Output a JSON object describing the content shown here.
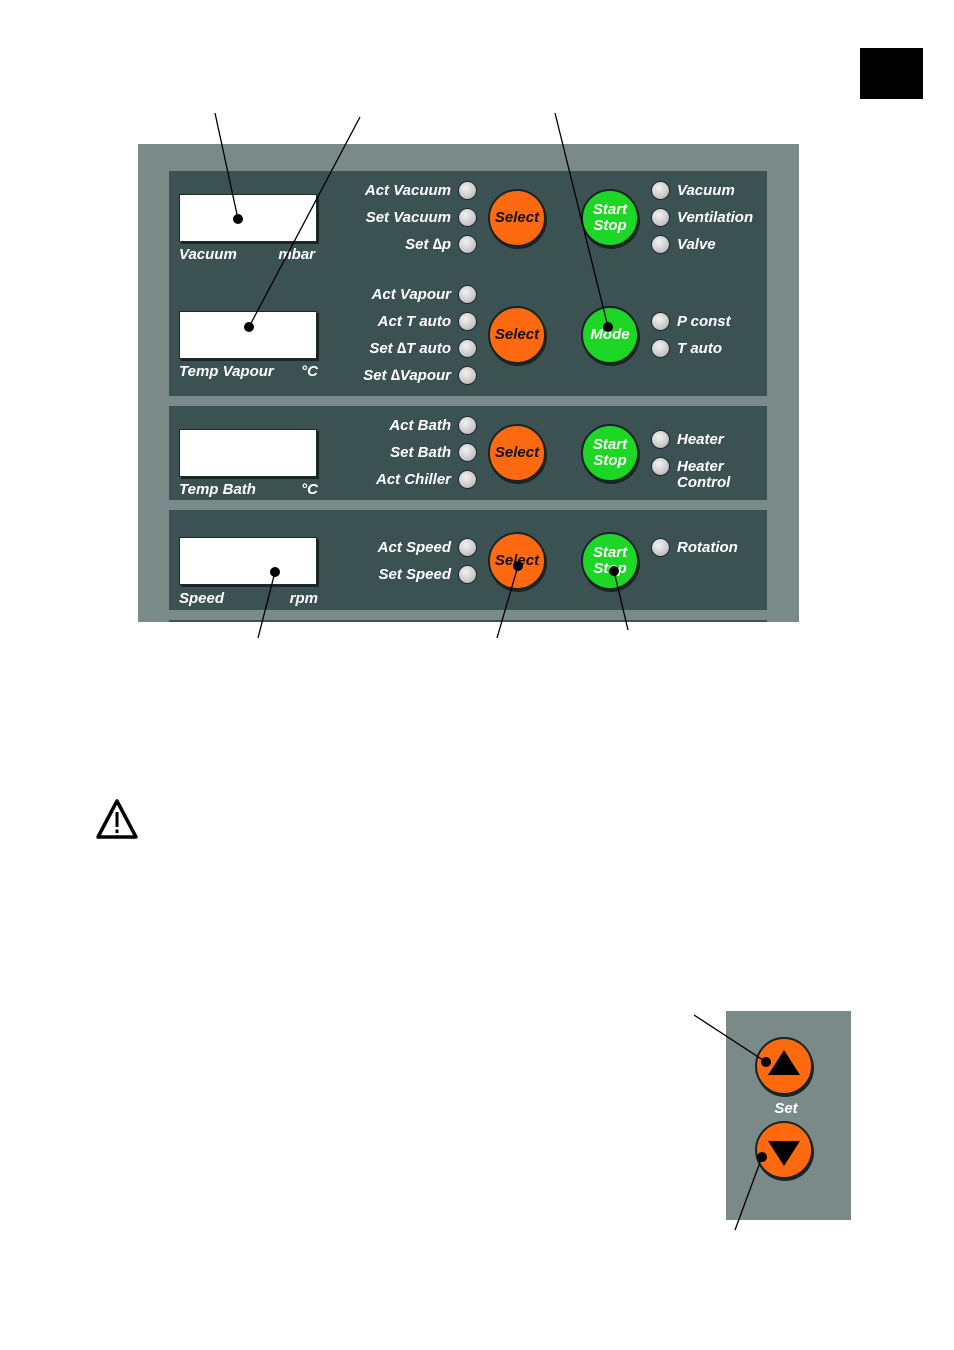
{
  "vacuum_section": {
    "display_label": "Vacuum",
    "display_unit": "mbar",
    "leds_left": [
      "Act Vacuum",
      "Set Vacuum",
      "Set ∆p"
    ],
    "select_label": "Select",
    "start_stop_label": [
      "Start",
      "Stop"
    ],
    "leds_right": [
      "Vacuum",
      "Ventilation",
      "Valve"
    ]
  },
  "vapour_section": {
    "display_label": "Temp Vapour",
    "display_unit": "°C",
    "leds_left": [
      "Act Vapour",
      "Act T auto",
      "Set ∆T auto",
      "Set ∆Vapour"
    ],
    "select_label": "Select",
    "mode_label": "Mode",
    "leds_right": [
      "P const",
      "T auto"
    ]
  },
  "bath_section": {
    "display_label": "Temp Bath",
    "display_unit": "°C",
    "leds_left": [
      "Act Bath",
      "Set Bath",
      "Act Chiller"
    ],
    "select_label": "Select",
    "start_stop_label": [
      "Start",
      "Stop"
    ],
    "leds_right": [
      "Heater",
      "Heater Control"
    ]
  },
  "speed_section": {
    "display_label": "Speed",
    "display_unit": "rpm",
    "leds_left": [
      "Act Speed",
      "Set Speed"
    ],
    "select_label": "Select",
    "start_stop_label": [
      "Start",
      "Stop"
    ],
    "leds_right": [
      "Rotation"
    ]
  },
  "set_panel": {
    "label": "Set",
    "up_icon": "triangle-up-icon",
    "down_icon": "triangle-down-icon"
  },
  "icons": {
    "warning": "warning-triangle-icon"
  },
  "colors": {
    "panel_bg": "#3c5252",
    "frame_bg": "#7a8a88",
    "select_button": "#ff6a10",
    "start_button": "#1ed626"
  }
}
